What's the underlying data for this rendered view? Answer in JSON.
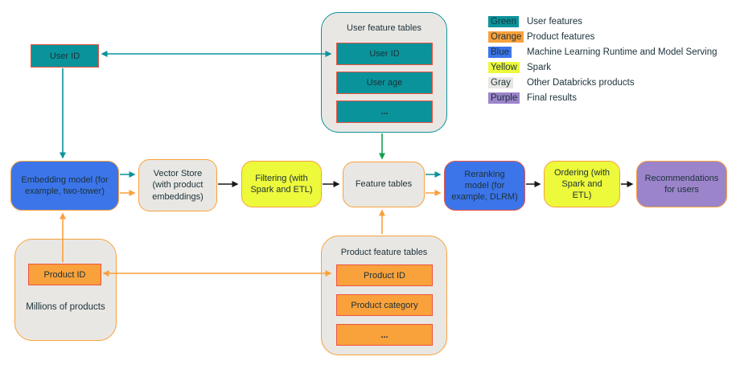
{
  "colors": {
    "teal": "#0B939B",
    "green": "#12A150",
    "orange": "#F9A13B",
    "blue": "#3C75E9",
    "yellow": "#EDF93B",
    "gray": "#E9E7E3",
    "purple": "#9C84CB",
    "red": "#EE5340",
    "ink": "#1B3139",
    "black": "#1A1A1A"
  },
  "nodes": {
    "user_id_top": "User ID",
    "embedding_model": "Embedding model (for example, two-tower)",
    "vector_store": "Vector Store (with product embeddings)",
    "filtering": "Filtering (with Spark and ETL)",
    "feature_tables": "Feature tables",
    "reranking_model": "Reranking model (for example, DLRM)",
    "ordering": "Ordering (with Spark and ETL)",
    "recommendations": "Recommendations for users"
  },
  "user_feature_tables": {
    "title": "User feature tables",
    "rows": [
      "User ID",
      "User age",
      "..."
    ]
  },
  "product_feature_tables": {
    "title": "Product feature tables",
    "rows": [
      "Product ID",
      "Product category",
      "..."
    ]
  },
  "millions_of_products": {
    "label": "Millions of products",
    "rows": [
      "Product ID"
    ]
  },
  "legend": {
    "items": [
      {
        "swatch": "Green",
        "color": "#0B939B",
        "label": "User features"
      },
      {
        "swatch": "Orange",
        "color": "#F9A13B",
        "label": "Product features"
      },
      {
        "swatch": "Blue",
        "color": "#3C75E9",
        "label": "Machine Learning Runtime and Model Serving"
      },
      {
        "swatch": "Yellow",
        "color": "#EDF93B",
        "label": "Spark"
      },
      {
        "swatch": "Gray",
        "color": "#E9E7E3",
        "label": "Other Databricks products"
      },
      {
        "swatch": "Purple",
        "color": "#9C84CB",
        "label": "Final results"
      }
    ]
  }
}
